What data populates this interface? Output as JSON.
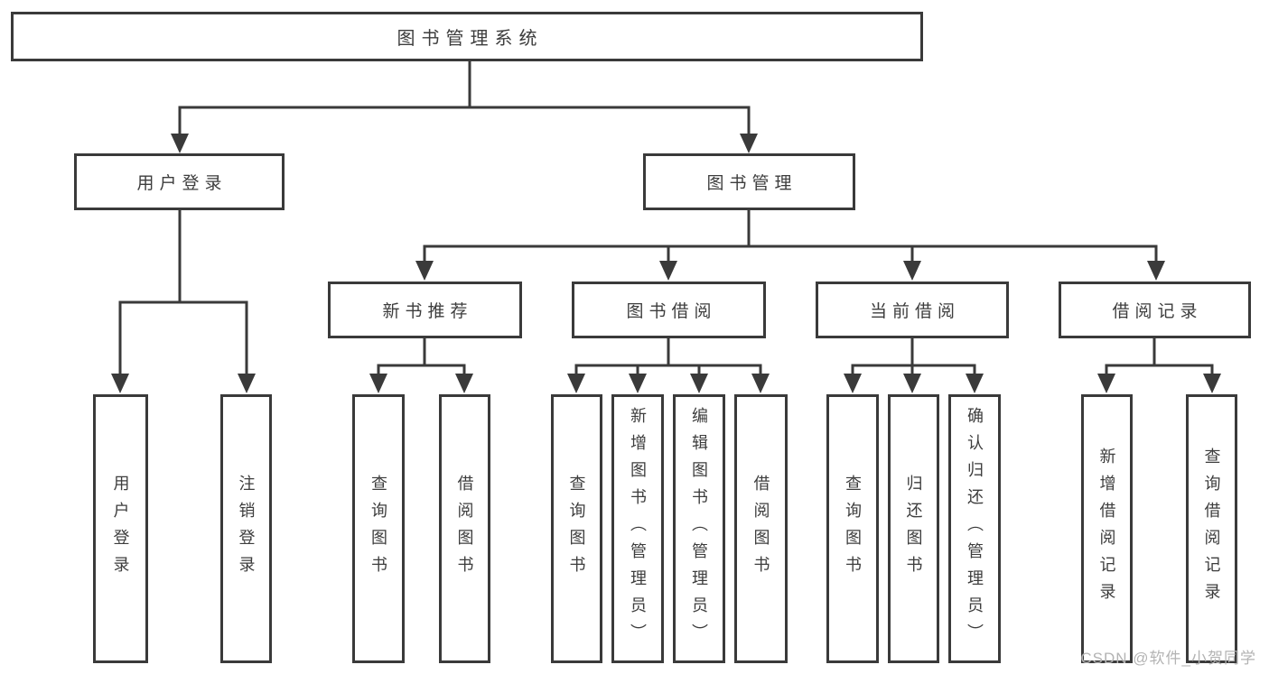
{
  "diagram": {
    "root": "图书管理系统",
    "level2": {
      "user_login": "用户登录",
      "book_mgmt": "图书管理"
    },
    "level3": {
      "new_book_rec": "新书推荐",
      "book_borrow": "图书借阅",
      "current_borrow": "当前借阅",
      "borrow_record": "借阅记录"
    },
    "leaves": {
      "user_login": "用户登录",
      "logout": "注销登录",
      "rec_query_book": "查询图书",
      "rec_borrow_book": "借阅图书",
      "bb_query_book": "查询图书",
      "bb_add_book": "新增图书（管理员）",
      "bb_edit_book": "编辑图书（管理员）",
      "bb_borrow_book": "借阅图书",
      "cb_query_book": "查询图书",
      "cb_return_book": "归还图书",
      "cb_confirm_return": "确认归还（管理员）",
      "br_add_record": "新增借阅记录",
      "br_query_record": "查询借阅记录"
    }
  },
  "watermark": "CSDN @软件_小贺同学",
  "colors": {
    "line": "#3a3a3a",
    "text": "#3d3d3d",
    "watermark": "#b3b3b3",
    "background": "#ffffff"
  }
}
